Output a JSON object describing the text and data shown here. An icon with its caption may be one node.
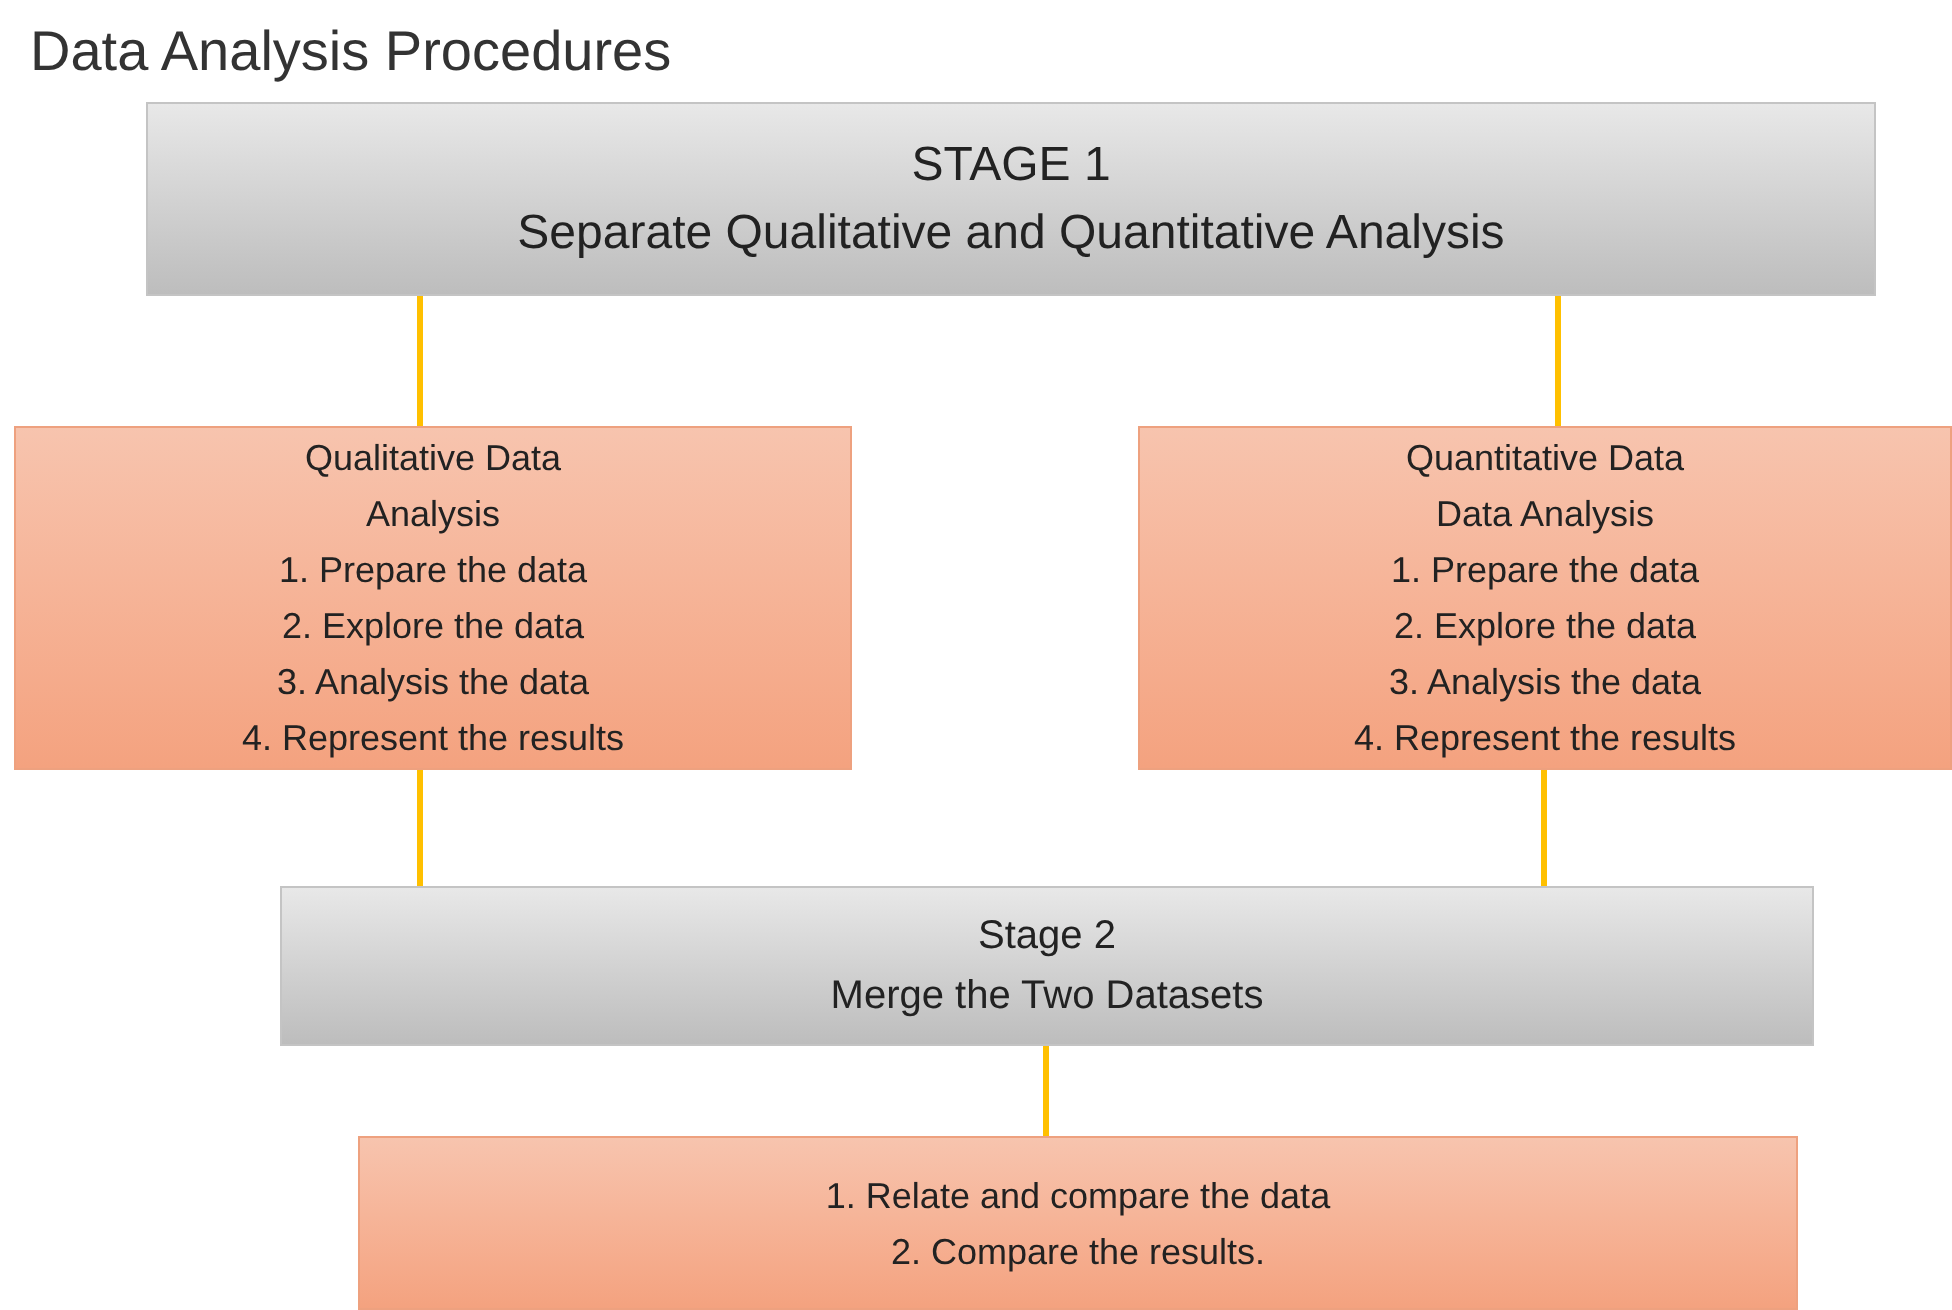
{
  "diagram": {
    "title": "Data Analysis Procedures",
    "nodes": [
      {
        "text": [
          "STAGE 1",
          "Separate Qualitative and Quantitative Analysis"
        ]
      },
      {
        "text": [
          "Qualitative Data Analysis",
          "1. Prepare the data",
          "2. Explore the data",
          "3. Analysis the data",
          "4. Represent the results"
        ]
      },
      {
        "text": [
          "Quantitative Data Data Analysis",
          "1. Prepare the data",
          "2. Explore the data",
          "3. Analysis the data",
          "4. Represent the results"
        ]
      },
      {
        "text": [
          "Stage 2",
          "Merge the Two Datasets"
        ]
      },
      {
        "text": [
          "1. Relate and compare the data",
          "2. Compare the results."
        ]
      }
    ],
    "edges": [
      {
        "from": 0,
        "to": 1,
        "arrow": "none"
      },
      {
        "from": 0,
        "to": 2,
        "arrow": "none"
      },
      {
        "from": 1,
        "to": 3,
        "arrow": "none"
      },
      {
        "from": 2,
        "to": 3,
        "arrow": "none"
      },
      {
        "from": 3,
        "to": 4,
        "arrow": "none"
      }
    ]
  }
}
